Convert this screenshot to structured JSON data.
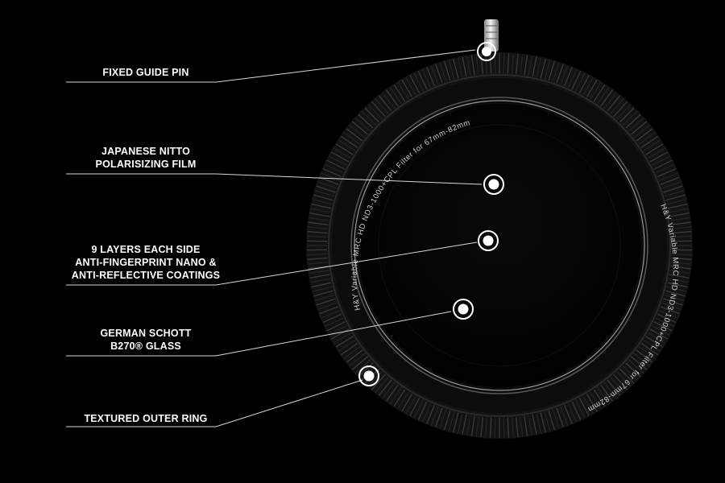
{
  "colors": {
    "background": "#000000",
    "label_text": "#ffffff",
    "leader_line": "#d9d9d9",
    "ring_dark": "#151515",
    "ring_ridge": "#3a3a3a",
    "glass": "#030303",
    "ring_print": "#cfcfcf"
  },
  "callouts": [
    {
      "id": "guide-pin",
      "lines": [
        "FIXED GUIDE PIN"
      ]
    },
    {
      "id": "polarizing-film",
      "lines": [
        "JAPANESE NITTO",
        "POLARISIZING FILM"
      ]
    },
    {
      "id": "coatings",
      "lines": [
        "9 LAYERS EACH SIDE",
        "ANTI-FINGERPRINT NANO &",
        "ANTI-REFLECTIVE COATINGS"
      ]
    },
    {
      "id": "glass",
      "lines": [
        "GERMAN SCHOTT",
        "B270® GLASS"
      ]
    },
    {
      "id": "outer-ring",
      "lines": [
        "TEXTURED OUTER RING"
      ]
    }
  ],
  "ring_printing": {
    "top": "H&Y   Variable   MRC   HD   ND3-1000+CPL  Filter  for  67mm-82mm",
    "bottom": "H&Y   Variable   MRC   HD   ND3-1000+CPL  Filter  for  67mm-82mm"
  }
}
